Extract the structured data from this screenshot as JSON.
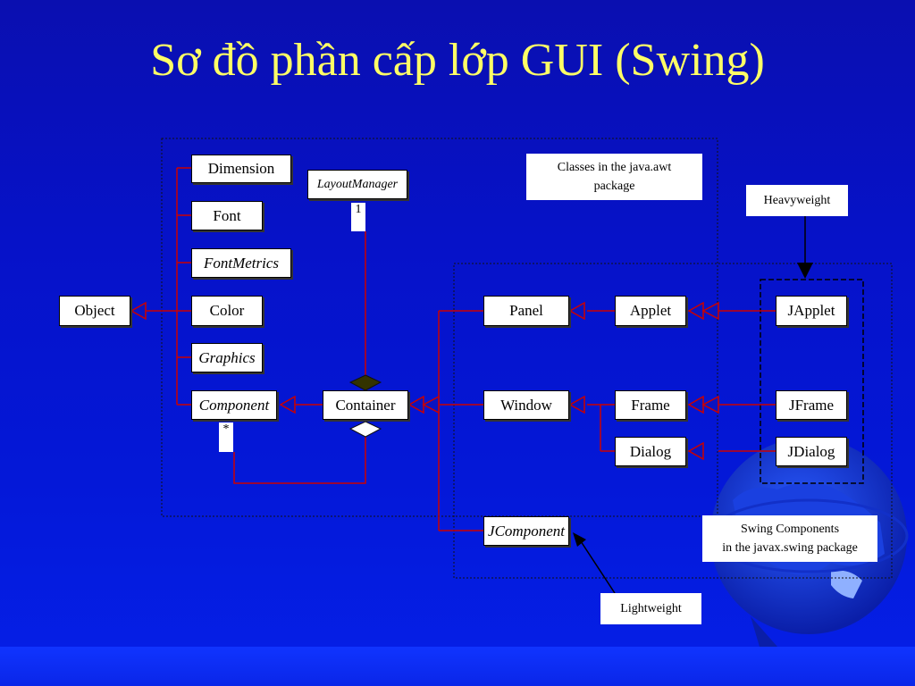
{
  "slide": {
    "title": "Sơ đồ phần cấp lớp GUI (Swing)"
  },
  "diagram": {
    "classes": {
      "object": "Object",
      "dimension": "Dimension",
      "font": "Font",
      "font_metrics": "FontMetrics",
      "color": "Color",
      "graphics": "Graphics",
      "component": "Component",
      "container": "Container",
      "layout_manager": "LayoutManager",
      "panel": "Panel",
      "applet": "Applet",
      "window": "Window",
      "frame": "Frame",
      "dialog": "Dialog",
      "japplet": "JApplet",
      "jframe": "JFrame",
      "jdialog": "JDialog",
      "jcomponent": "JComponent"
    },
    "multiplicity": {
      "layout_manager": "1",
      "component": "*"
    },
    "notes": {
      "awt_line1": "Classes in the java.awt",
      "awt_line2": "package",
      "heavyweight": "Heavyweight",
      "swing_line1": "Swing Components",
      "swing_line2": "in the javax.swing package",
      "lightweight": "Lightweight"
    }
  },
  "colors": {
    "title": "#ffff66",
    "connector": "#cc0000",
    "background": "#0612c8"
  }
}
